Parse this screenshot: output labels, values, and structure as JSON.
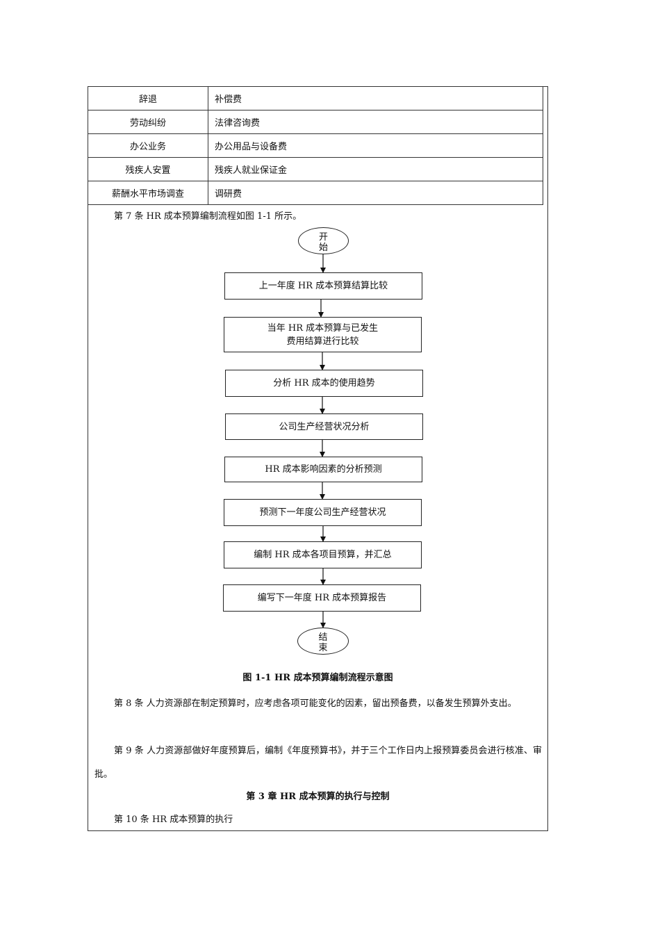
{
  "cost_table": {
    "rows": [
      {
        "item": "辞退",
        "cost": "补偿费"
      },
      {
        "item": "劳动纠纷",
        "cost": "法律咨询费"
      },
      {
        "item": "办公业务",
        "cost": "办公用品与设备费"
      },
      {
        "item": "残疾人安置",
        "cost": "残疾人就业保证金"
      },
      {
        "item": "薪酬水平市场调查",
        "cost": "调研费"
      }
    ]
  },
  "article7": "第 7 条 HR 成本预算编制流程如图 1-1 所示。",
  "flowchart": {
    "start": "开始",
    "steps": [
      "上一年度 HR 成本预算结算比较",
      "当年 HR 成本预算与已发生\n费用结算进行比较",
      "分析 HR 成本的使用趋势",
      "公司生产经营状况分析",
      "HR 成本影响因素的分析预测",
      "预测下一年度公司生产经营状况",
      "编制 HR 成本各项目预算，并汇总",
      "编写下一年度 HR 成本预算报告"
    ],
    "end": "结束",
    "caption": "图 1-1 HR 成本预算编制流程示意图"
  },
  "article8": "第 8 条 人力资源部在制定预算时，应考虑各项可能变化的因素，留出预备费，以备发生预算外支出。",
  "article9": "第 9 条 人力资源部做好年度预算后，编制《年度预算书》，并于三个工作日内上报预算委员会进行核准、审批。",
  "chapter3": "第 3 章 HR 成本预算的执行与控制",
  "article10": "第 10 条 HR 成本预算的执行"
}
